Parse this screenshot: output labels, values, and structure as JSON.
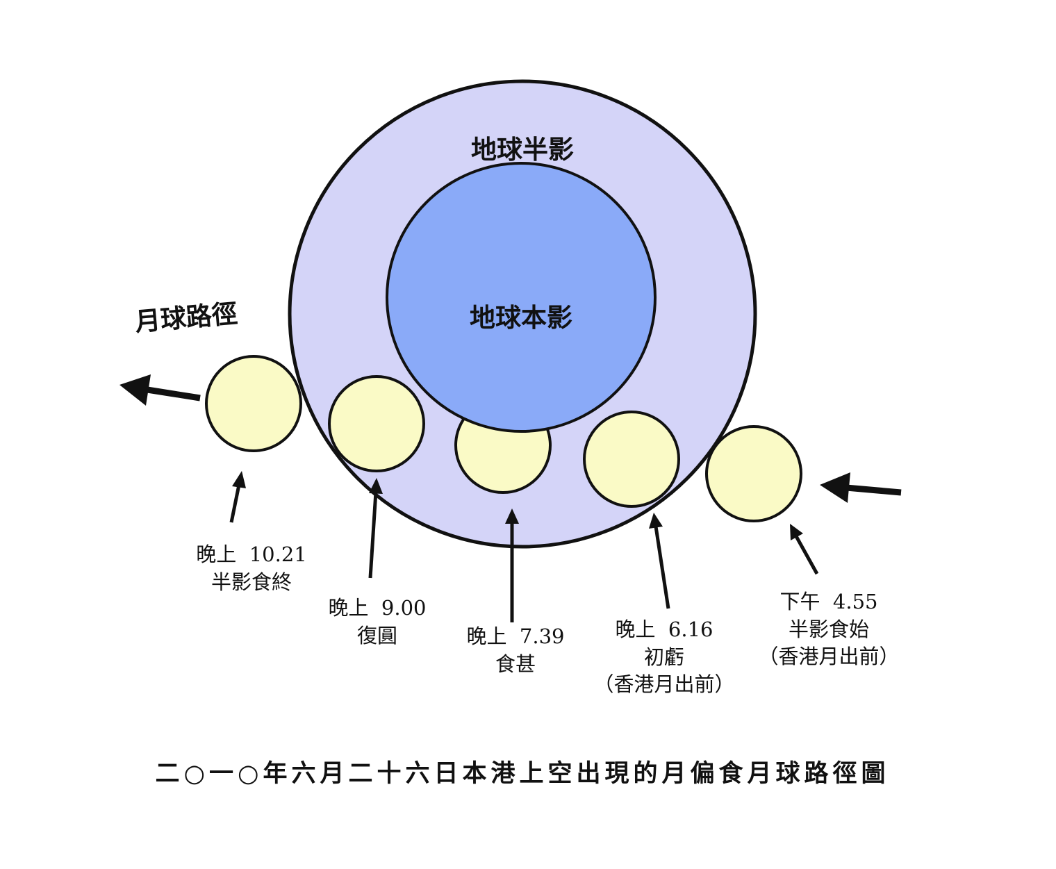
{
  "colors": {
    "penumbra": "#d4d4f8",
    "umbra": "#8aaaf8",
    "moon": "#fafac6",
    "outline": "#111111"
  },
  "penumbra_label": "地球半影",
  "umbra_label": "地球本影",
  "moon_path_label": "月球路徑",
  "events": [
    {
      "time": "晚上  10.21",
      "event": "半影食終",
      "note": ""
    },
    {
      "time": "晚上  9.00",
      "event": "復圓",
      "note": ""
    },
    {
      "time": "晚上  7.39",
      "event": "食甚",
      "note": ""
    },
    {
      "time": "晚上  6.16",
      "event": "初虧",
      "note": "（香港月出前）"
    },
    {
      "time": "下午  4.55",
      "event": "半影食始",
      "note": "（香港月出前）"
    }
  ],
  "caption": "二○一○年六月二十六日本港上空出現的月偏食月球路徑圖"
}
